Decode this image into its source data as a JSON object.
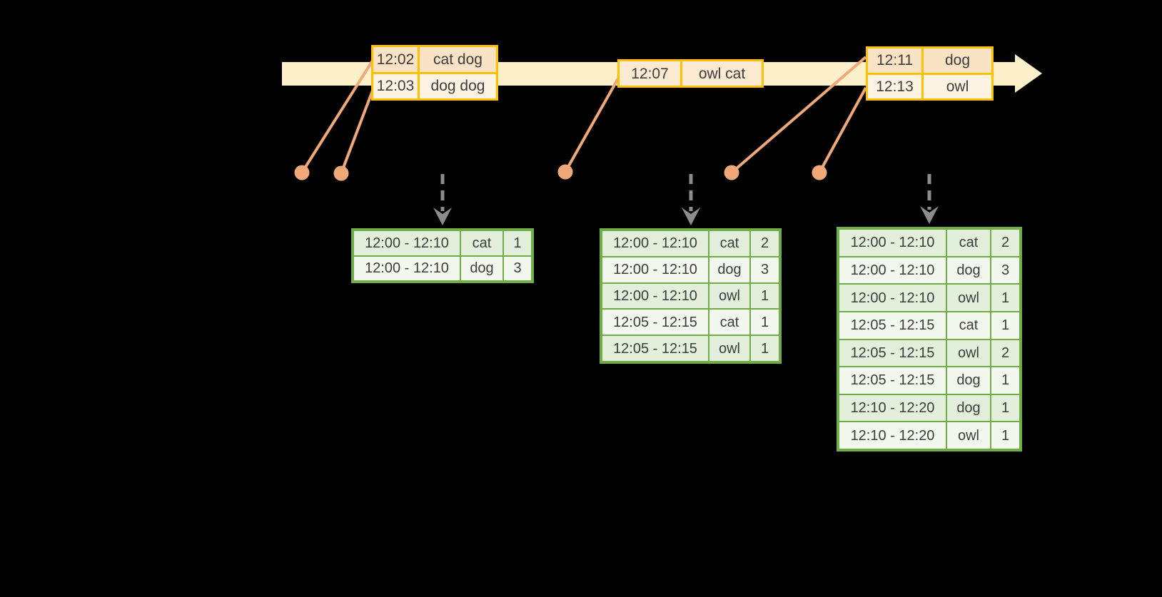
{
  "diagram": {
    "description_visible_elements": "event-time timeline arrow with timestamped word events and triggered windowed word-count result tables",
    "colors": {
      "background": "#000000",
      "timeline_band": "#FCF0CA",
      "event_table_border": "#FFC000",
      "event_cell_peach": "#FAE2C5",
      "event_cell_cream": "#FDF3E3",
      "connector_salmon": "#F0A878",
      "result_table_border": "#70AD47",
      "result_cell_green": "#E2EFDA",
      "result_cell_light": "#F2F8EE",
      "trigger_arrow_gray": "#8C8C8C",
      "text": "#3D3D3D"
    }
  },
  "events": [
    {
      "rows": [
        {
          "time": "12:02",
          "words": "cat dog"
        },
        {
          "time": "12:03",
          "words": "dog dog"
        }
      ]
    },
    {
      "rows": [
        {
          "time": "12:07",
          "words": "owl cat"
        }
      ]
    },
    {
      "rows": [
        {
          "time": "12:11",
          "words": "dog"
        },
        {
          "time": "12:13",
          "words": "owl"
        }
      ]
    }
  ],
  "results": [
    {
      "rows": [
        {
          "window": "12:00 - 12:10",
          "word": "cat",
          "count": "1"
        },
        {
          "window": "12:00 - 12:10",
          "word": "dog",
          "count": "3"
        }
      ]
    },
    {
      "rows": [
        {
          "window": "12:00 - 12:10",
          "word": "cat",
          "count": "2"
        },
        {
          "window": "12:00 - 12:10",
          "word": "dog",
          "count": "3"
        },
        {
          "window": "12:00 - 12:10",
          "word": "owl",
          "count": "1"
        },
        {
          "window": "12:05 - 12:15",
          "word": "cat",
          "count": "1"
        },
        {
          "window": "12:05 - 12:15",
          "word": "owl",
          "count": "1"
        }
      ]
    },
    {
      "rows": [
        {
          "window": "12:00 - 12:10",
          "word": "cat",
          "count": "2"
        },
        {
          "window": "12:00 - 12:10",
          "word": "dog",
          "count": "3"
        },
        {
          "window": "12:00 - 12:10",
          "word": "owl",
          "count": "1"
        },
        {
          "window": "12:05 - 12:15",
          "word": "cat",
          "count": "1"
        },
        {
          "window": "12:05 - 12:15",
          "word": "owl",
          "count": "2"
        },
        {
          "window": "12:05 - 12:15",
          "word": "dog",
          "count": "1"
        },
        {
          "window": "12:10 - 12:20",
          "word": "dog",
          "count": "1"
        },
        {
          "window": "12:10 - 12:20",
          "word": "owl",
          "count": "1"
        }
      ]
    }
  ]
}
